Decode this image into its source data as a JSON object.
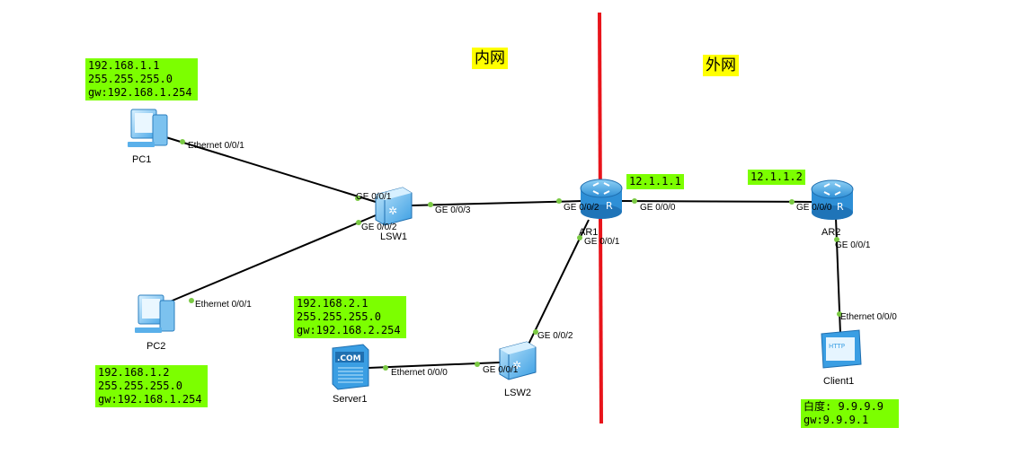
{
  "zones": {
    "inner": "内网",
    "outer": "外网"
  },
  "colors": {
    "note_bg": "#7cff00",
    "zone_bg": "#ffff00",
    "divider": "#e8141b",
    "link": "#000000",
    "port_dot": "#7ac943",
    "device_blue": "#3aa0e0"
  },
  "devices": {
    "pc1": "PC1",
    "pc2": "PC2",
    "lsw1": "LSW1",
    "lsw2": "LSW2",
    "ar1": "AR1",
    "ar2": "AR2",
    "server1": "Server1",
    "client1": "Client1",
    "server_badge": ".COM",
    "client_badge": "HTTP"
  },
  "ports": {
    "pc1_eth": "Ethernet 0/0/1",
    "lsw1_g1": "GE 0/0/1",
    "pc2_eth": "Ethernet 0/0/1",
    "lsw1_g2": "GE 0/0/2",
    "lsw1_g3": "GE 0/0/3",
    "ar1_g2": "GE 0/0/2",
    "ar1_g0": "GE 0/0/0",
    "ar2_g0": "GE 0/0/0",
    "ar1_g1": "GE 0/0/1",
    "lsw2_g2": "GE 0/0/2",
    "server_eth": "Ethernet 0/0/0",
    "lsw2_g1": "GE 0/0/1",
    "ar2_g1": "GE 0/0/1",
    "client_eth": "Ethernet 0/0/0"
  },
  "notes": {
    "pc1": "192.168.1.1\n255.255.255.0\ngw:192.168.1.254",
    "pc2": "192.168.1.2\n255.255.255.0\ngw:192.168.1.254",
    "server1": "192.168.2.1\n255.255.255.0\ngw:192.168.2.254",
    "ar1_ip": "12.1.1.1",
    "ar2_ip": "12.1.1.2",
    "client1": "白度: 9.9.9.9\ngw:9.9.9.1"
  }
}
